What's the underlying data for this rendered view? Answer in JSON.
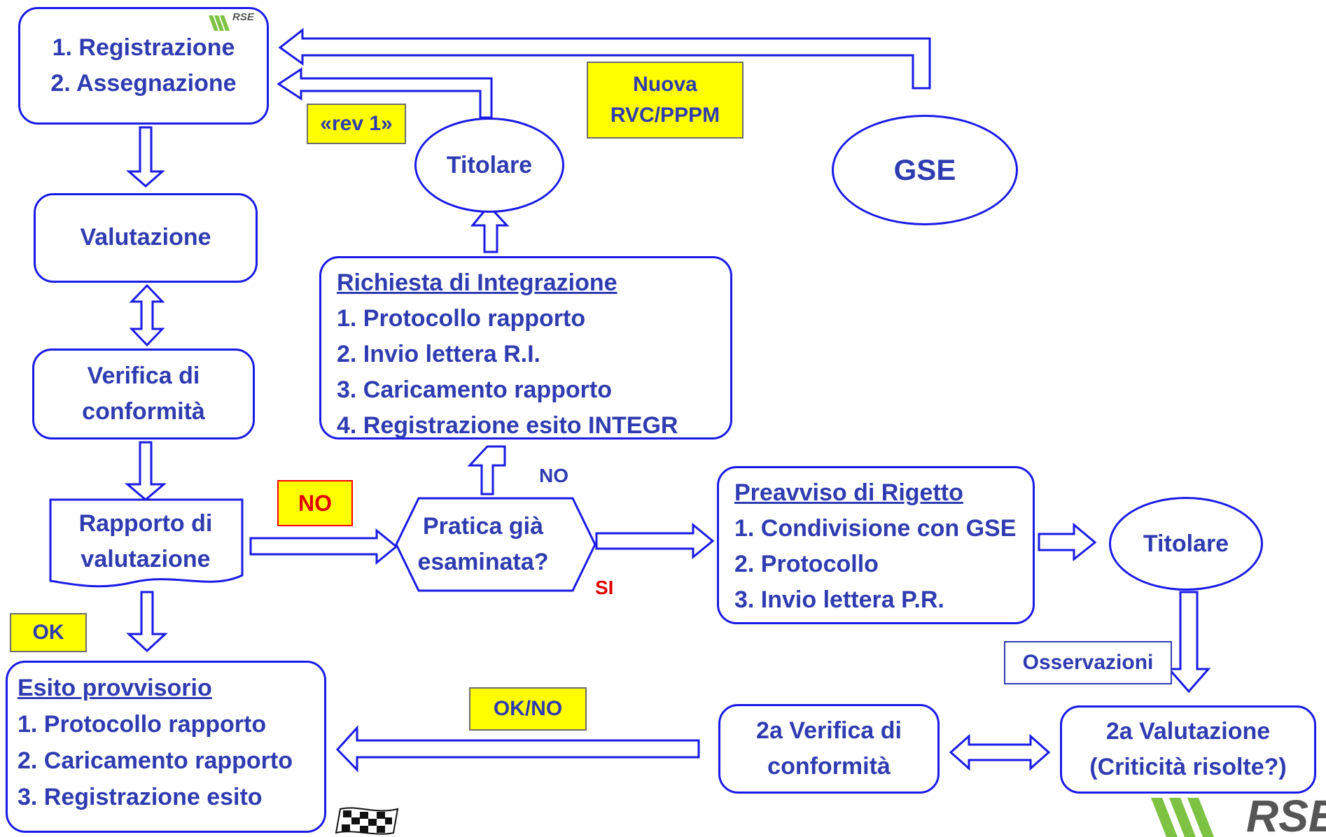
{
  "top_box": {
    "lines": [
      "1. Registrazione",
      "2. Assegnazione"
    ]
  },
  "valutazione": "Valutazione",
  "verifica": [
    "Verifica di",
    "conformità"
  ],
  "rapporto": [
    "Rapporto di",
    "valutazione"
  ],
  "esito": {
    "title": "Esito provvisorio",
    "items": [
      "1. Protocollo rapporto",
      "2. Caricamento rapporto",
      "3. Registrazione esito"
    ]
  },
  "richiesta": {
    "title": "Richiesta di Integrazione",
    "items": [
      "1. Protocollo rapporto",
      "2. Invio lettera R.I.",
      "3. Caricamento rapporto",
      "4. Registrazione esito INTEGR"
    ]
  },
  "pratica": [
    "Pratica già",
    "esaminata?"
  ],
  "preavviso": {
    "title": "Preavviso di Rigetto",
    "items": [
      "1. Condivisione con GSE",
      "2. Protocollo",
      "3. Invio lettera P.R."
    ]
  },
  "titolare_top": "Titolare",
  "titolare_right": "Titolare",
  "gse": "GSE",
  "tags": {
    "rev": "«rev 1»",
    "nuova": [
      "Nuova",
      "RVC/PPPM"
    ],
    "no_main": "NO",
    "ok": "OK",
    "okno": "OK/NO",
    "osservazioni": "Osservazioni"
  },
  "labels": {
    "no_up": "NO",
    "si": "SI"
  },
  "verifica2": [
    "2a Verifica di",
    "conformità"
  ],
  "valutazione2": [
    "2a Valutazione",
    "(Criticità risolte?)"
  ],
  "logo": {
    "text": "RSE",
    "small_text": "RSE"
  },
  "colors": {
    "border": "#1a1ae6",
    "text": "#2f3bb0",
    "tag_fill": "#ffff00",
    "no_text": "#e00000",
    "logo_green": "#7dc242",
    "logo_text": "#555555"
  },
  "icons": {
    "flag": "checkered-flag-icon"
  }
}
